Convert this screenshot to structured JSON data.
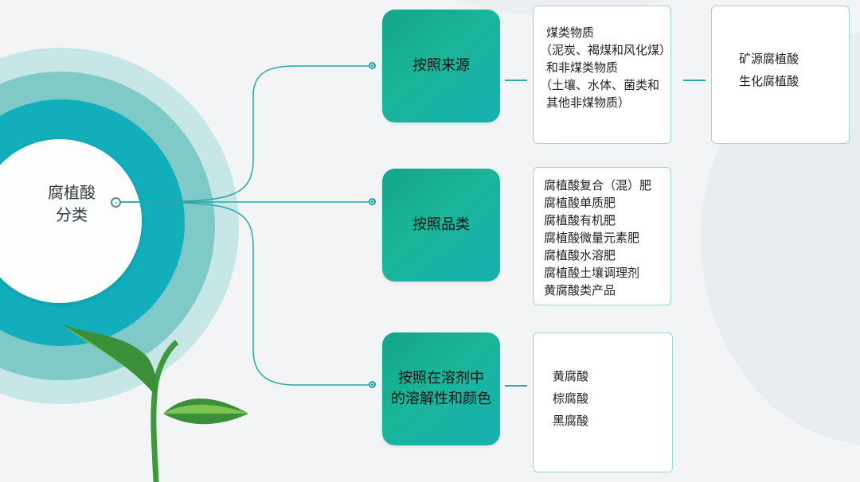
{
  "center": {
    "line1": "腐植酸",
    "line2": "分类"
  },
  "branches": [
    {
      "label": "按照来源",
      "details": [
        "煤类物质",
        "（泥炭、褐煤和风化煤）",
        "和非煤类物质",
        "（土壤、水体、菌类和",
        "其他非煤物质）"
      ]
    },
    {
      "label": "按照品类",
      "details": [
        "腐植酸复合（混）肥",
        "腐植酸单质肥",
        "腐植酸有机肥",
        "腐植酸微量元素肥",
        "腐植酸水溶肥",
        "腐植酸土壤调理剂",
        "黄腐酸类产品"
      ]
    },
    {
      "label_line1": "按照在溶剂中",
      "label_line2": "的溶解性和颜色",
      "details": [
        "黄腐酸",
        "棕腐酸",
        "黑腐酸"
      ]
    }
  ],
  "source_sub": {
    "details": [
      "矿源腐植酸",
      "生化腐植酸"
    ]
  },
  "colors": {
    "accent": "#1bb59a",
    "line": "#2aa6a6",
    "border": "#9fd7cf",
    "ring_outer": "#c9e8e8",
    "ring_mid": "#88d0cf",
    "ring_inner": "#18b5c0"
  }
}
